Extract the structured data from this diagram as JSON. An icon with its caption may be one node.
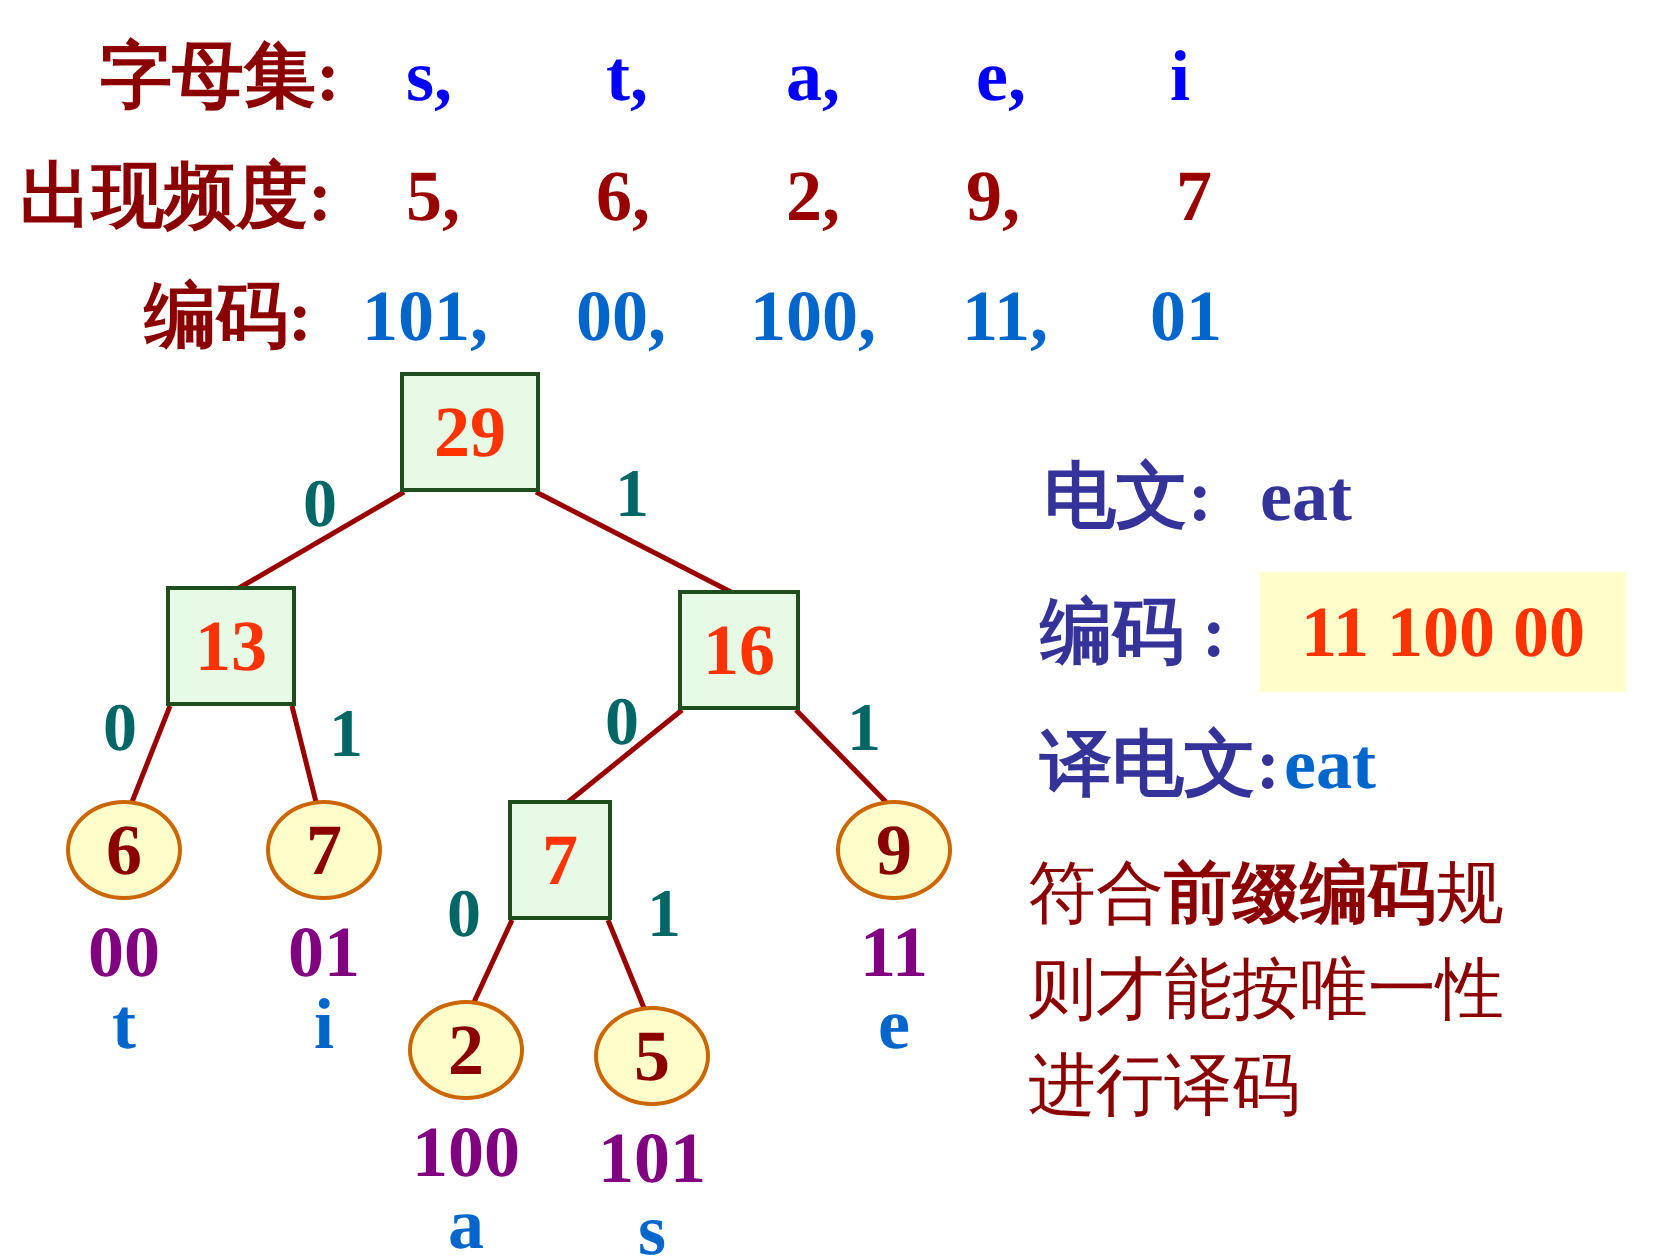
{
  "diagram": {
    "nodes": [
      {
        "text": [
          "29"
        ]
      },
      {
        "text": [
          "13"
        ]
      },
      {
        "text": [
          "16"
        ]
      },
      {
        "text": [
          "6"
        ],
        "beside": [
          "00",
          "t"
        ]
      },
      {
        "text": [
          "7"
        ],
        "beside": [
          "01",
          "i"
        ]
      },
      {
        "text": [
          "7"
        ]
      },
      {
        "text": [
          "9"
        ],
        "beside": [
          "11",
          "e"
        ]
      },
      {
        "text": [
          "2"
        ],
        "beside": [
          "100",
          "a"
        ]
      },
      {
        "text": [
          "5"
        ],
        "beside": [
          "101",
          "s"
        ]
      },
      {
        "text": [
          "11 100 00"
        ]
      }
    ],
    "edges": [
      {
        "from": 0,
        "to": 1,
        "arrow": "none",
        "label": "0"
      },
      {
        "from": 0,
        "to": 2,
        "arrow": "none",
        "label": "1"
      },
      {
        "from": 1,
        "to": 3,
        "arrow": "none",
        "label": "0"
      },
      {
        "from": 1,
        "to": 4,
        "arrow": "none",
        "label": "1"
      },
      {
        "from": 2,
        "to": 5,
        "arrow": "none",
        "label": "0"
      },
      {
        "from": 2,
        "to": 6,
        "arrow": "none",
        "label": "1"
      },
      {
        "from": 5,
        "to": 7,
        "arrow": "none",
        "label": "0"
      },
      {
        "from": 5,
        "to": 8,
        "arrow": "none",
        "label": "1"
      }
    ],
    "labels": [
      "字母集:",
      "s,",
      "t,",
      "a,",
      "e,",
      "i",
      "出现频度:",
      "5,",
      "6,",
      "2,",
      "9,",
      "7",
      "编码:",
      "101,",
      "00,",
      "100,",
      "11,",
      "01",
      "电文:",
      "eat",
      "编码 :",
      "译电文:",
      "eat",
      "符合**前缀编码**规则才能按唯一性进行译码"
    ]
  }
}
